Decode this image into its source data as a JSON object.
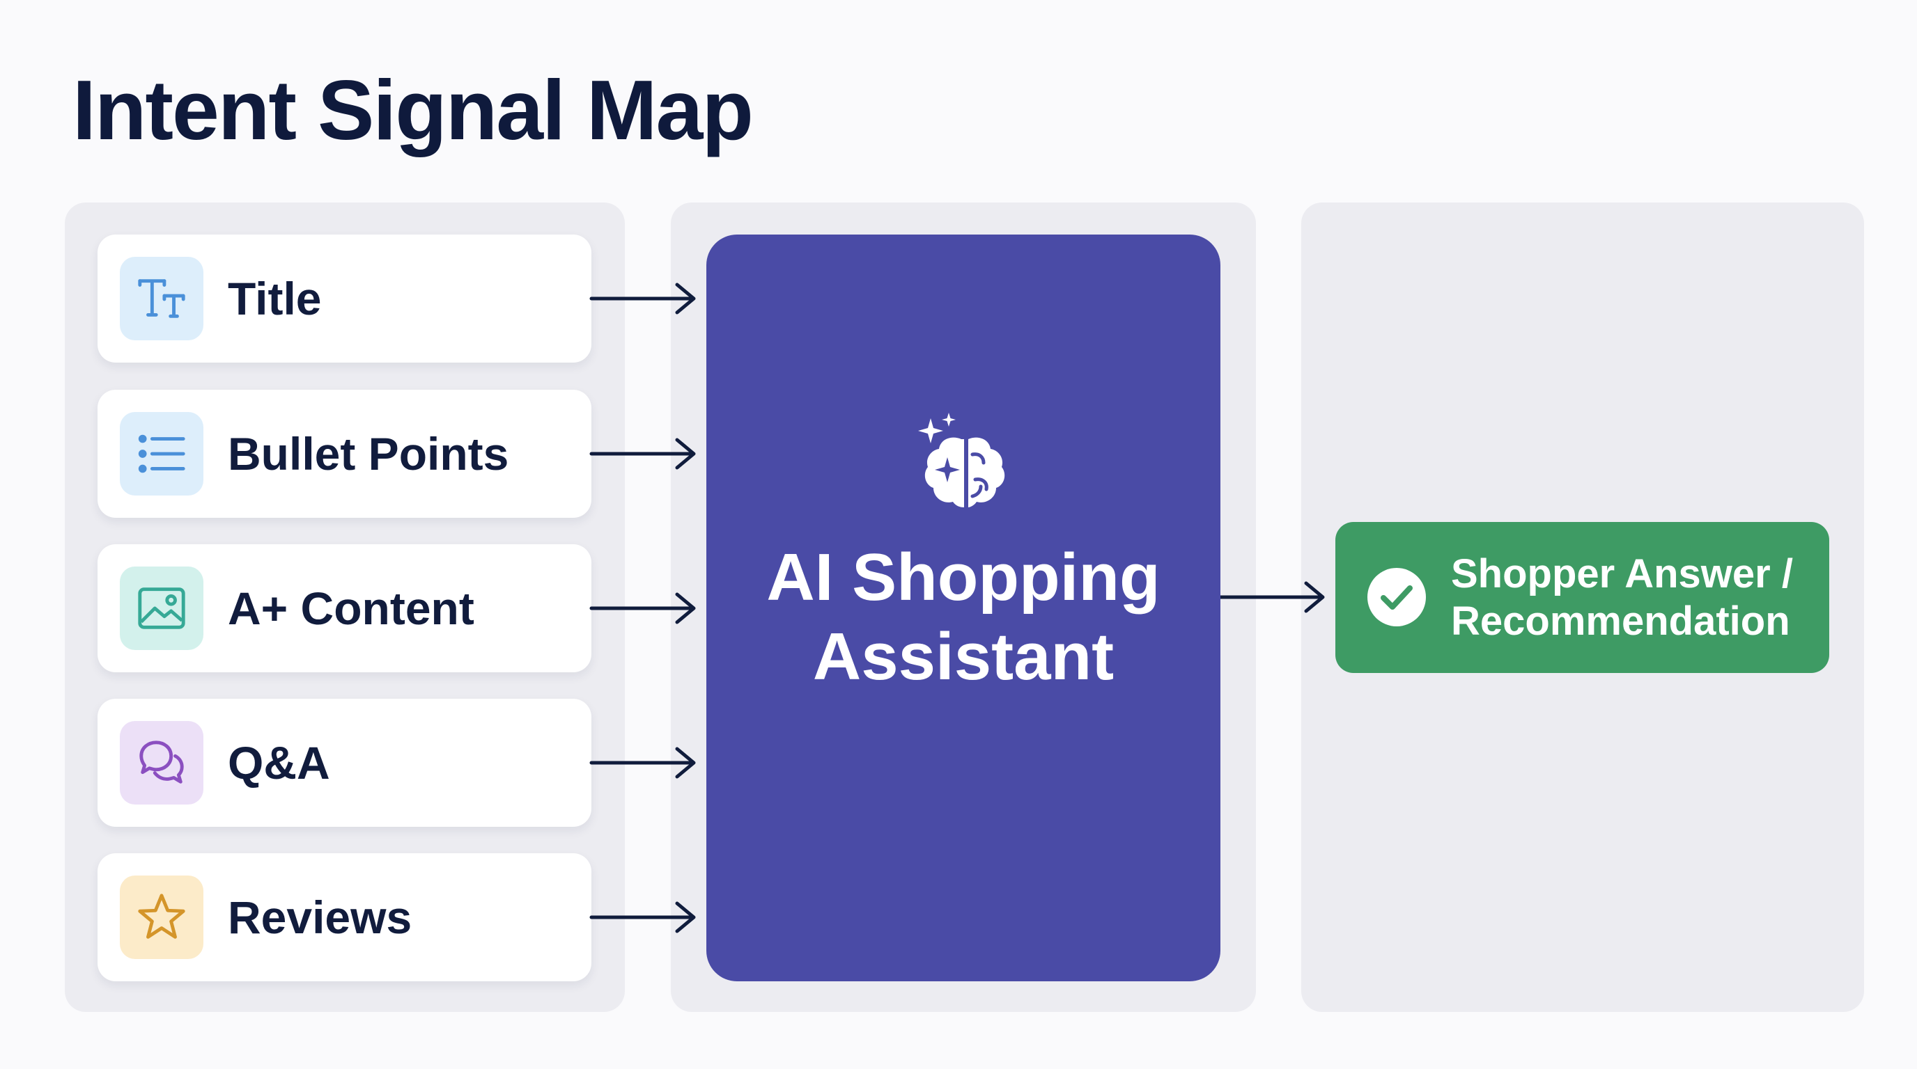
{
  "title": "Intent Signal Map",
  "signals": [
    {
      "label": "Title",
      "icon": "title-text-icon",
      "tile_color": "#ddeefb",
      "icon_color": "#4a90d9"
    },
    {
      "label": "Bullet Points",
      "icon": "bullet-list-icon",
      "tile_color": "#ddeefb",
      "icon_color": "#4a90d9"
    },
    {
      "label": "A+ Content",
      "icon": "image-icon",
      "tile_color": "#d3f1ec",
      "icon_color": "#36a996"
    },
    {
      "label": "Q&A",
      "icon": "chat-bubbles-icon",
      "tile_color": "#ece0f7",
      "icon_color": "#8b4fc0"
    },
    {
      "label": "Reviews",
      "icon": "star-icon",
      "tile_color": "#fcebc9",
      "icon_color": "#d4952a"
    }
  ],
  "assistant": {
    "label_line1": "AI Shopping",
    "label_line2": "Assistant",
    "icon": "brain-sparkle-icon",
    "color": "#4a4ba6"
  },
  "output": {
    "label_line1": "Shopper Answer /",
    "label_line2": "Recommendation",
    "icon": "check-circle-icon",
    "color": "#3e9b64"
  }
}
